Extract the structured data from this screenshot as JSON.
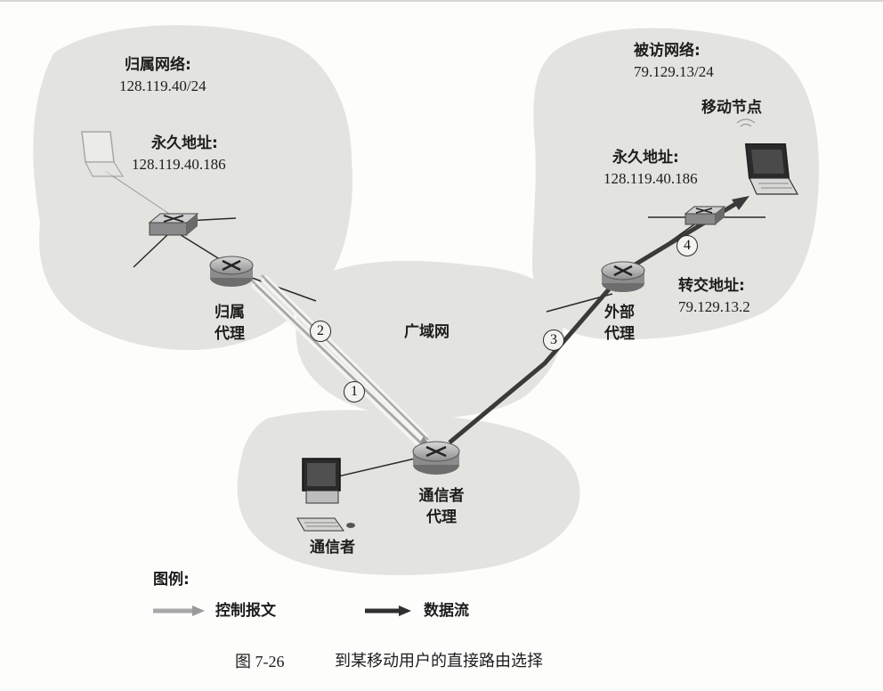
{
  "clouds": {
    "home_network": {
      "title": "归属网络:",
      "prefix": "128.119.40/24"
    },
    "visited_network": {
      "title": "被访网络:",
      "prefix": "79.129.13/24"
    },
    "wan": {
      "label": "广域网"
    }
  },
  "home": {
    "permanent_address_label": "永久地址:",
    "permanent_address": "128.119.40.186",
    "agent_line1": "归属",
    "agent_line2": "代理"
  },
  "visited": {
    "mobile_node_label": "移动节点",
    "permanent_address_label": "永久地址:",
    "permanent_address": "128.119.40.186",
    "coa_label": "转交地址:",
    "coa": "79.129.13.2",
    "agent_line1": "外部",
    "agent_line2": "代理"
  },
  "correspondent": {
    "agent_line1": "通信者",
    "agent_line2": "代理",
    "host_label": "通信者"
  },
  "steps": [
    "1",
    "2",
    "3",
    "4"
  ],
  "legend": {
    "title": "图例:",
    "control_label": "控制报文",
    "data_label": "数据流"
  },
  "caption": {
    "number": "图 7-26",
    "text": "到某移动用户的直接路由选择"
  }
}
